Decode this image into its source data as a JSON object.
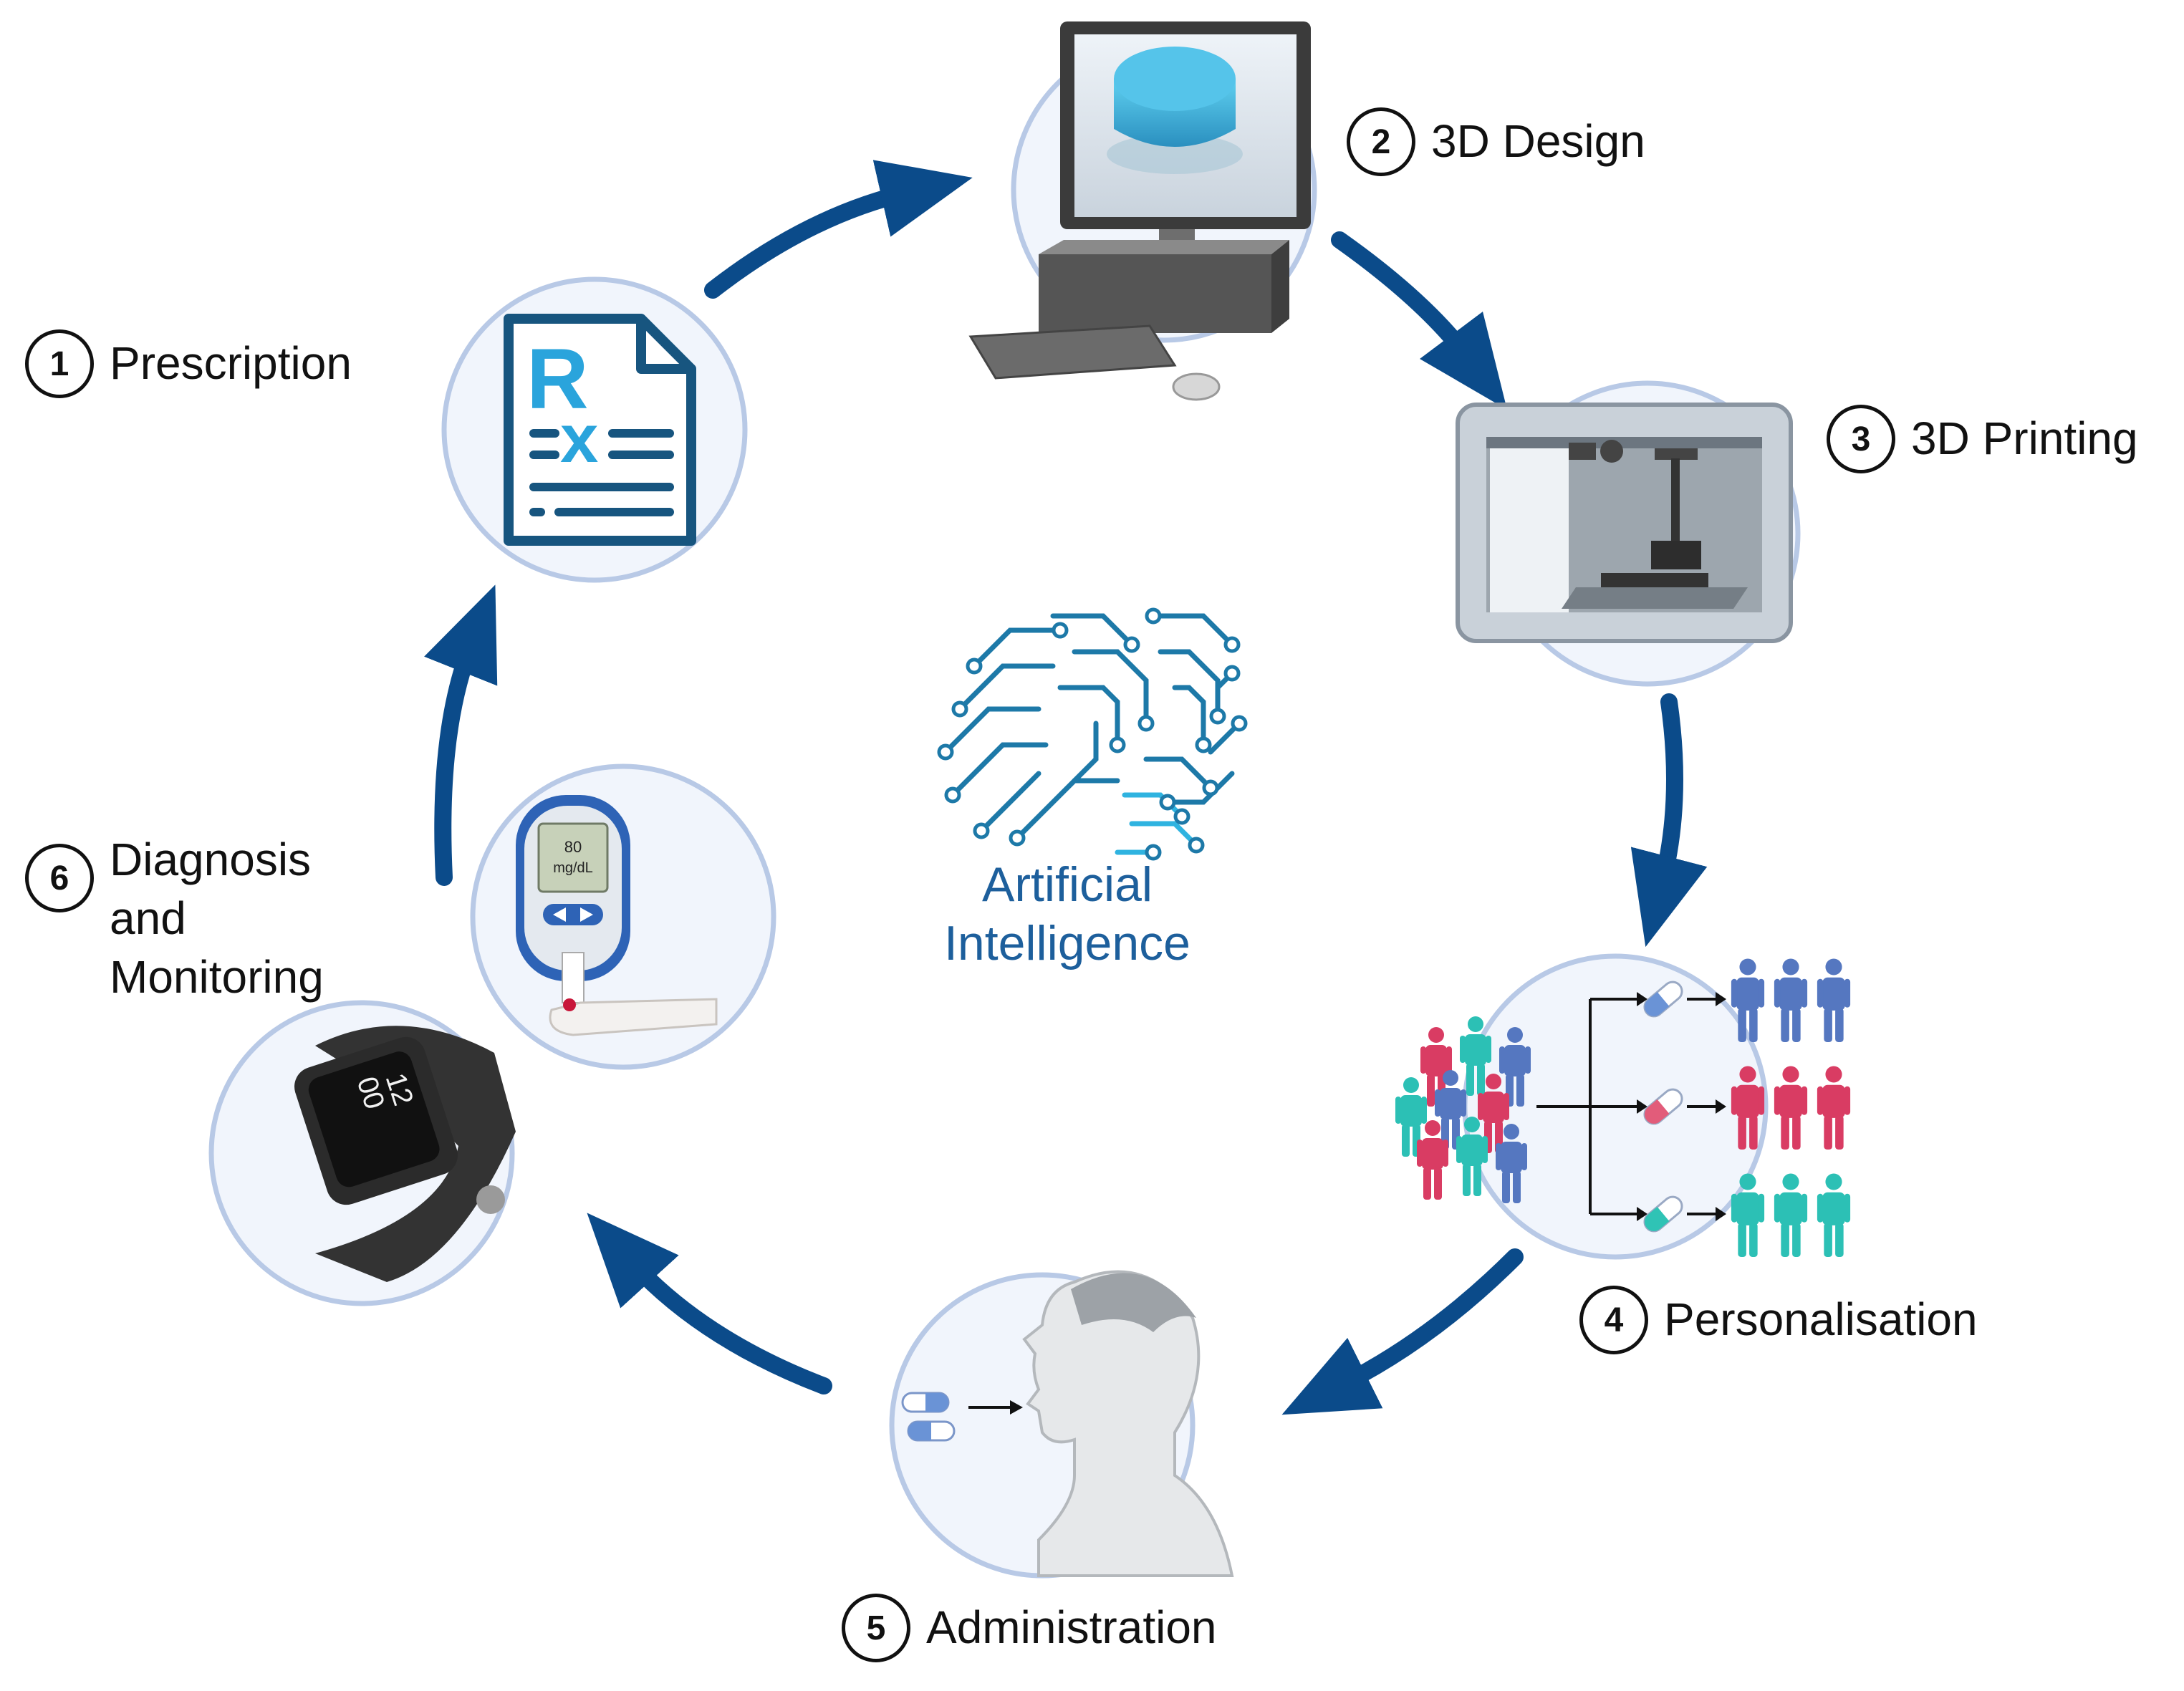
{
  "center": {
    "line1": "Artificial",
    "line2": "Intelligence"
  },
  "steps": [
    {
      "number": "1",
      "label": "Prescription",
      "icon": "prescription-icon"
    },
    {
      "number": "2",
      "label": "3D Design",
      "icon": "computer-icon"
    },
    {
      "number": "3",
      "label": "3D Printing",
      "icon": "3d-printer-icon"
    },
    {
      "number": "4",
      "label": "Personalisation",
      "icon": "patient-groups-icon"
    },
    {
      "number": "5",
      "label": "Administration",
      "icon": "swallowing-pills-icon"
    },
    {
      "number": "6",
      "label_lines": [
        "Diagnosis",
        "and",
        "Monitoring"
      ],
      "icon": "glucometer-and-smartwatch-icon"
    }
  ],
  "glucometer": {
    "value": "80",
    "unit": "mg/dL"
  },
  "smartwatch": {
    "hour": "12",
    "minute": "00"
  },
  "colors": {
    "arrow": "#0b4b8a",
    "circle_border": "#b8c9e6",
    "circle_fill": "#f1f5fc",
    "brain": "#1d79a8",
    "brain_accent": "#2fb3e0",
    "people_blue": "#5577c0",
    "people_red": "#d93c63",
    "people_teal": "#2cc0b5",
    "pill_cap_blue": "#6a93d6",
    "pill_cap_red": "#e25c7a",
    "pill_cap_teal": "#2fc3b5"
  }
}
